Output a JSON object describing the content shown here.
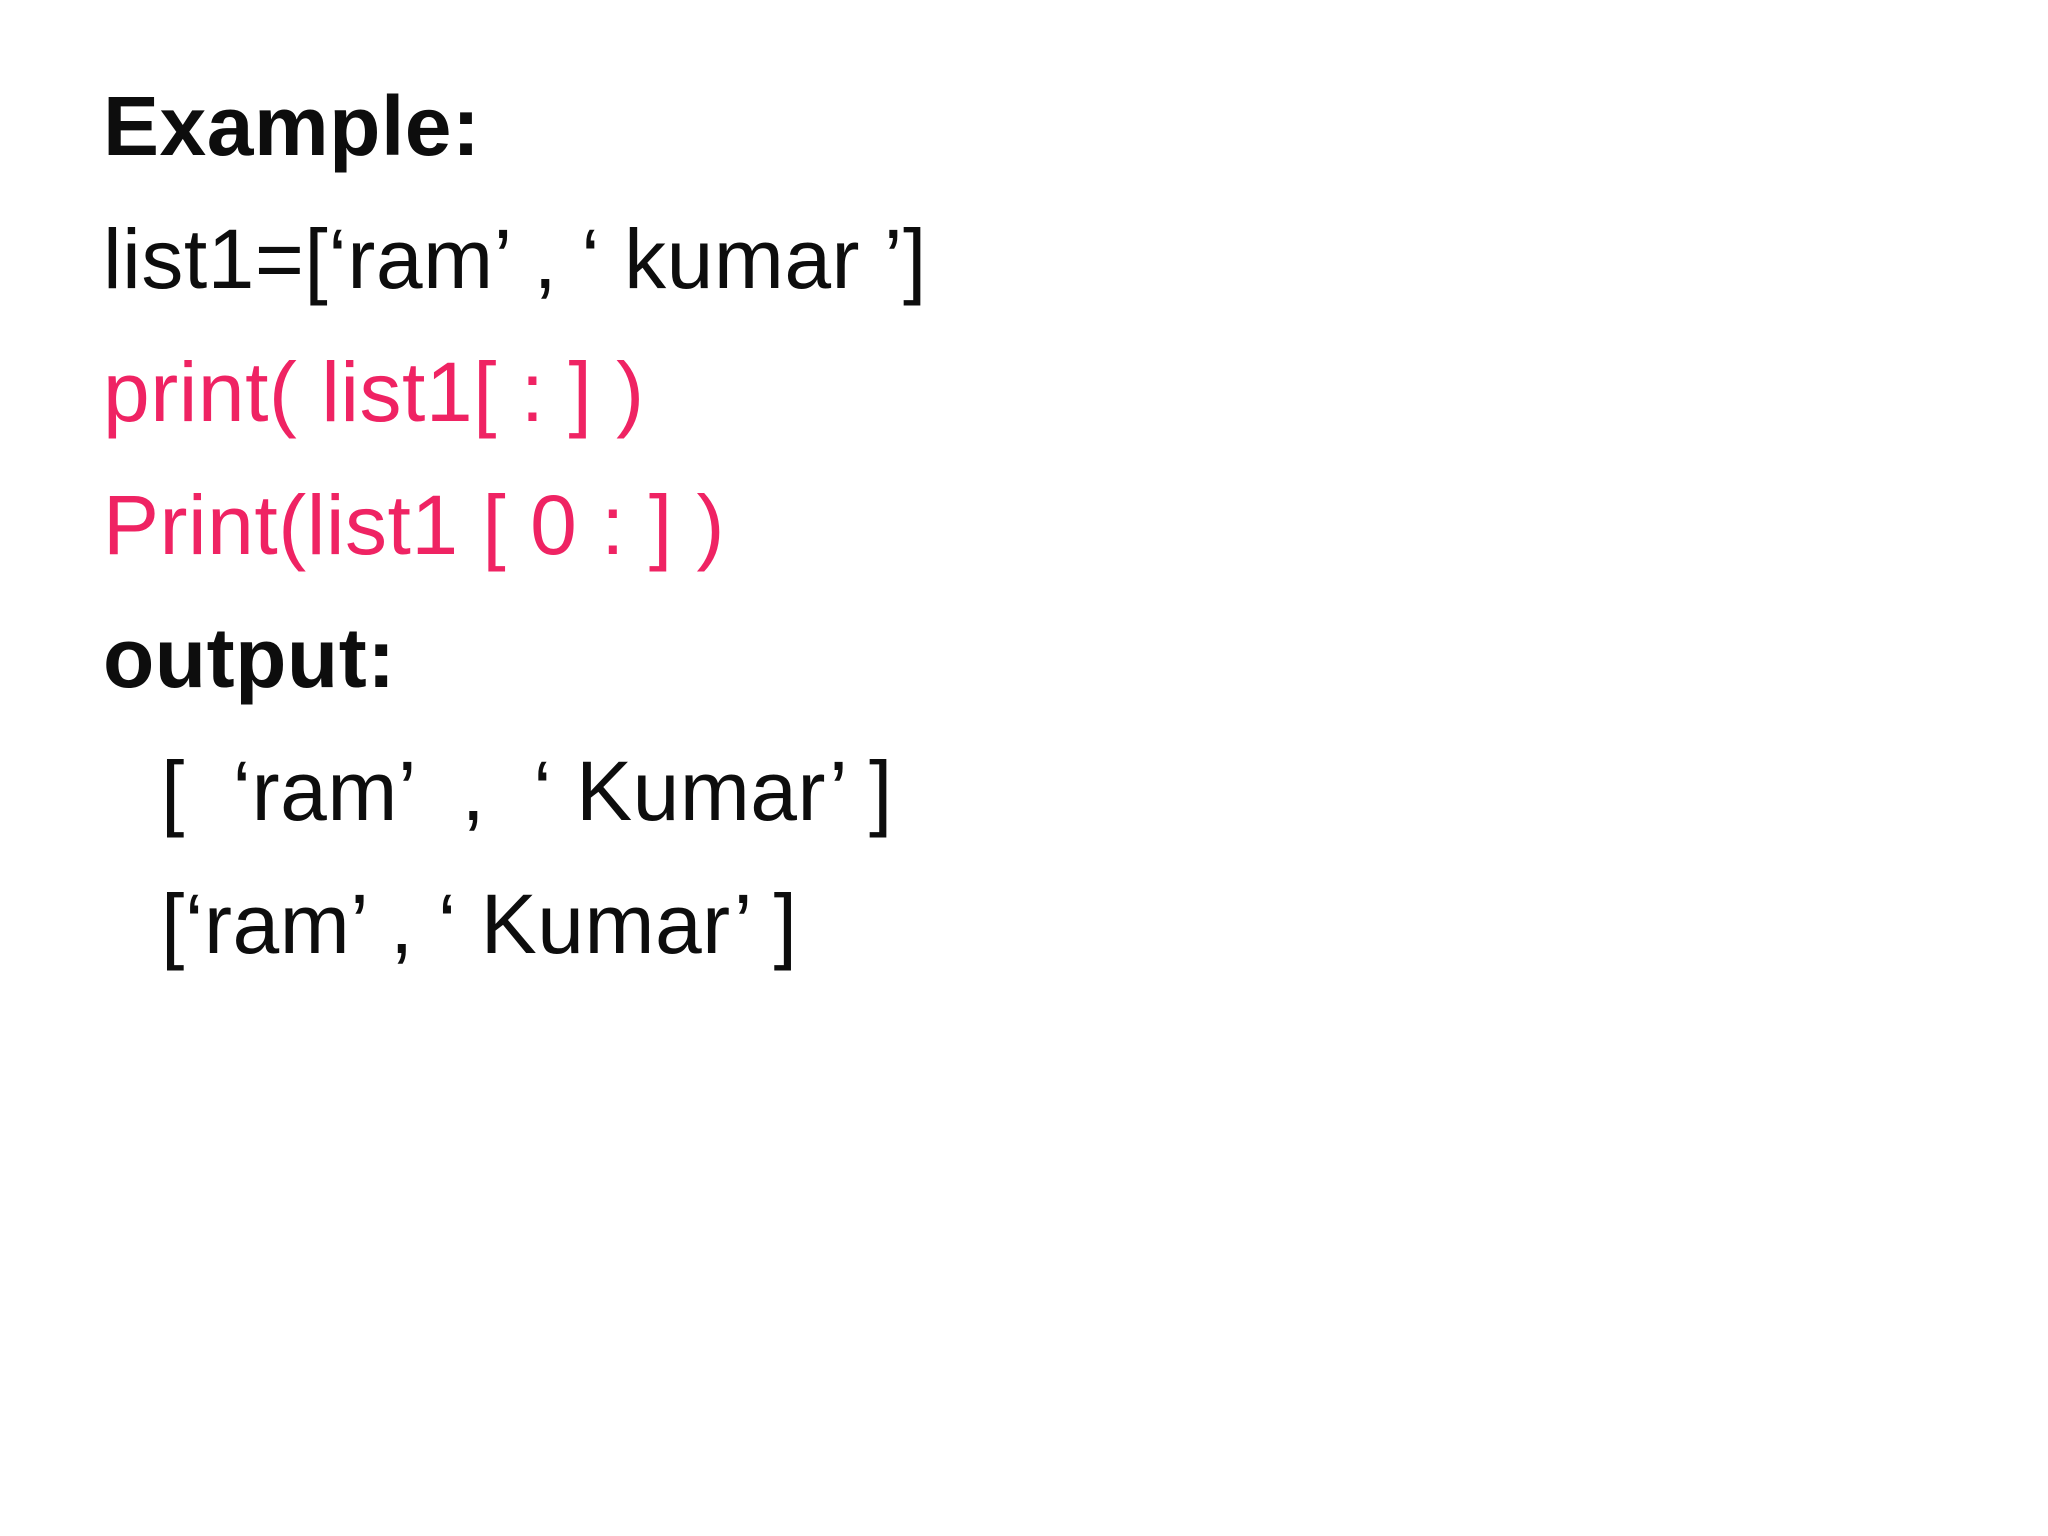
{
  "slide": {
    "colors": {
      "background": "#ffffff",
      "text": "#0d0d0d",
      "accent_pink": "#ef2363"
    },
    "lines": [
      {
        "role": "heading",
        "text": "Example:"
      },
      {
        "role": "code",
        "text": "list1=[‘ram’ , ‘ kumar ’]"
      },
      {
        "role": "code-accent",
        "text": "print( list1[ : ] )"
      },
      {
        "role": "code-accent",
        "text": "Print(list1 [ 0 : ] )"
      },
      {
        "role": "heading",
        "text": "output:"
      },
      {
        "role": "output",
        "text": "[  ‘ram’  ,  ‘ Kumar’ ]"
      },
      {
        "role": "output",
        "text": "[‘ram’ , ‘ Kumar’ ]"
      }
    ]
  }
}
